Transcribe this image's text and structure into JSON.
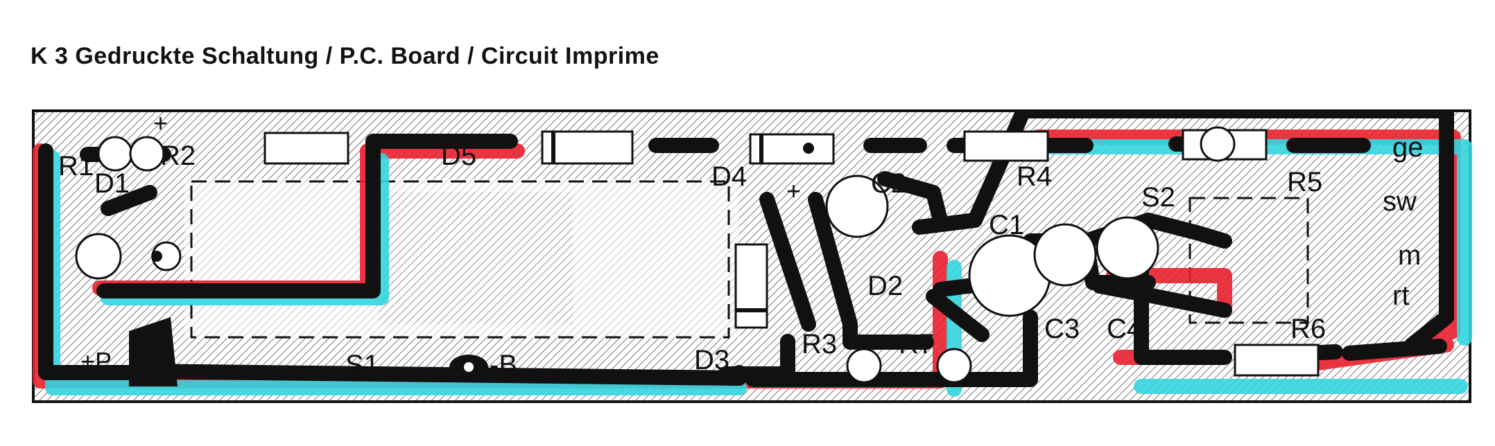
{
  "title": "K 3   Gedruckte Schaltung / P.C. Board / Circuit Imprime",
  "colors": {
    "trace": "#111111",
    "red_offset": "#e8212e",
    "cyan_offset": "#33d6e0",
    "hatch": "#9a9a9a",
    "board_outline": "#111111"
  },
  "labels": {
    "R1": "R1",
    "D1": "D1",
    "R2": "R2",
    "D5": "D5",
    "D4": "D4",
    "C2": "C2",
    "R4": "R4",
    "S2": "S2",
    "R5": "R5",
    "C1": "C1",
    "D2": "D2",
    "C3": "C3",
    "C4": "C4",
    "R6": "R6",
    "R3": "R3",
    "R7": "R7",
    "D3": "D3",
    "S1": "S1",
    "B": "-B",
    "plus": "+",
    "plus_P": "+P",
    "ge": "ge",
    "sw": "sw",
    "m": "m",
    "rt": "rt"
  }
}
